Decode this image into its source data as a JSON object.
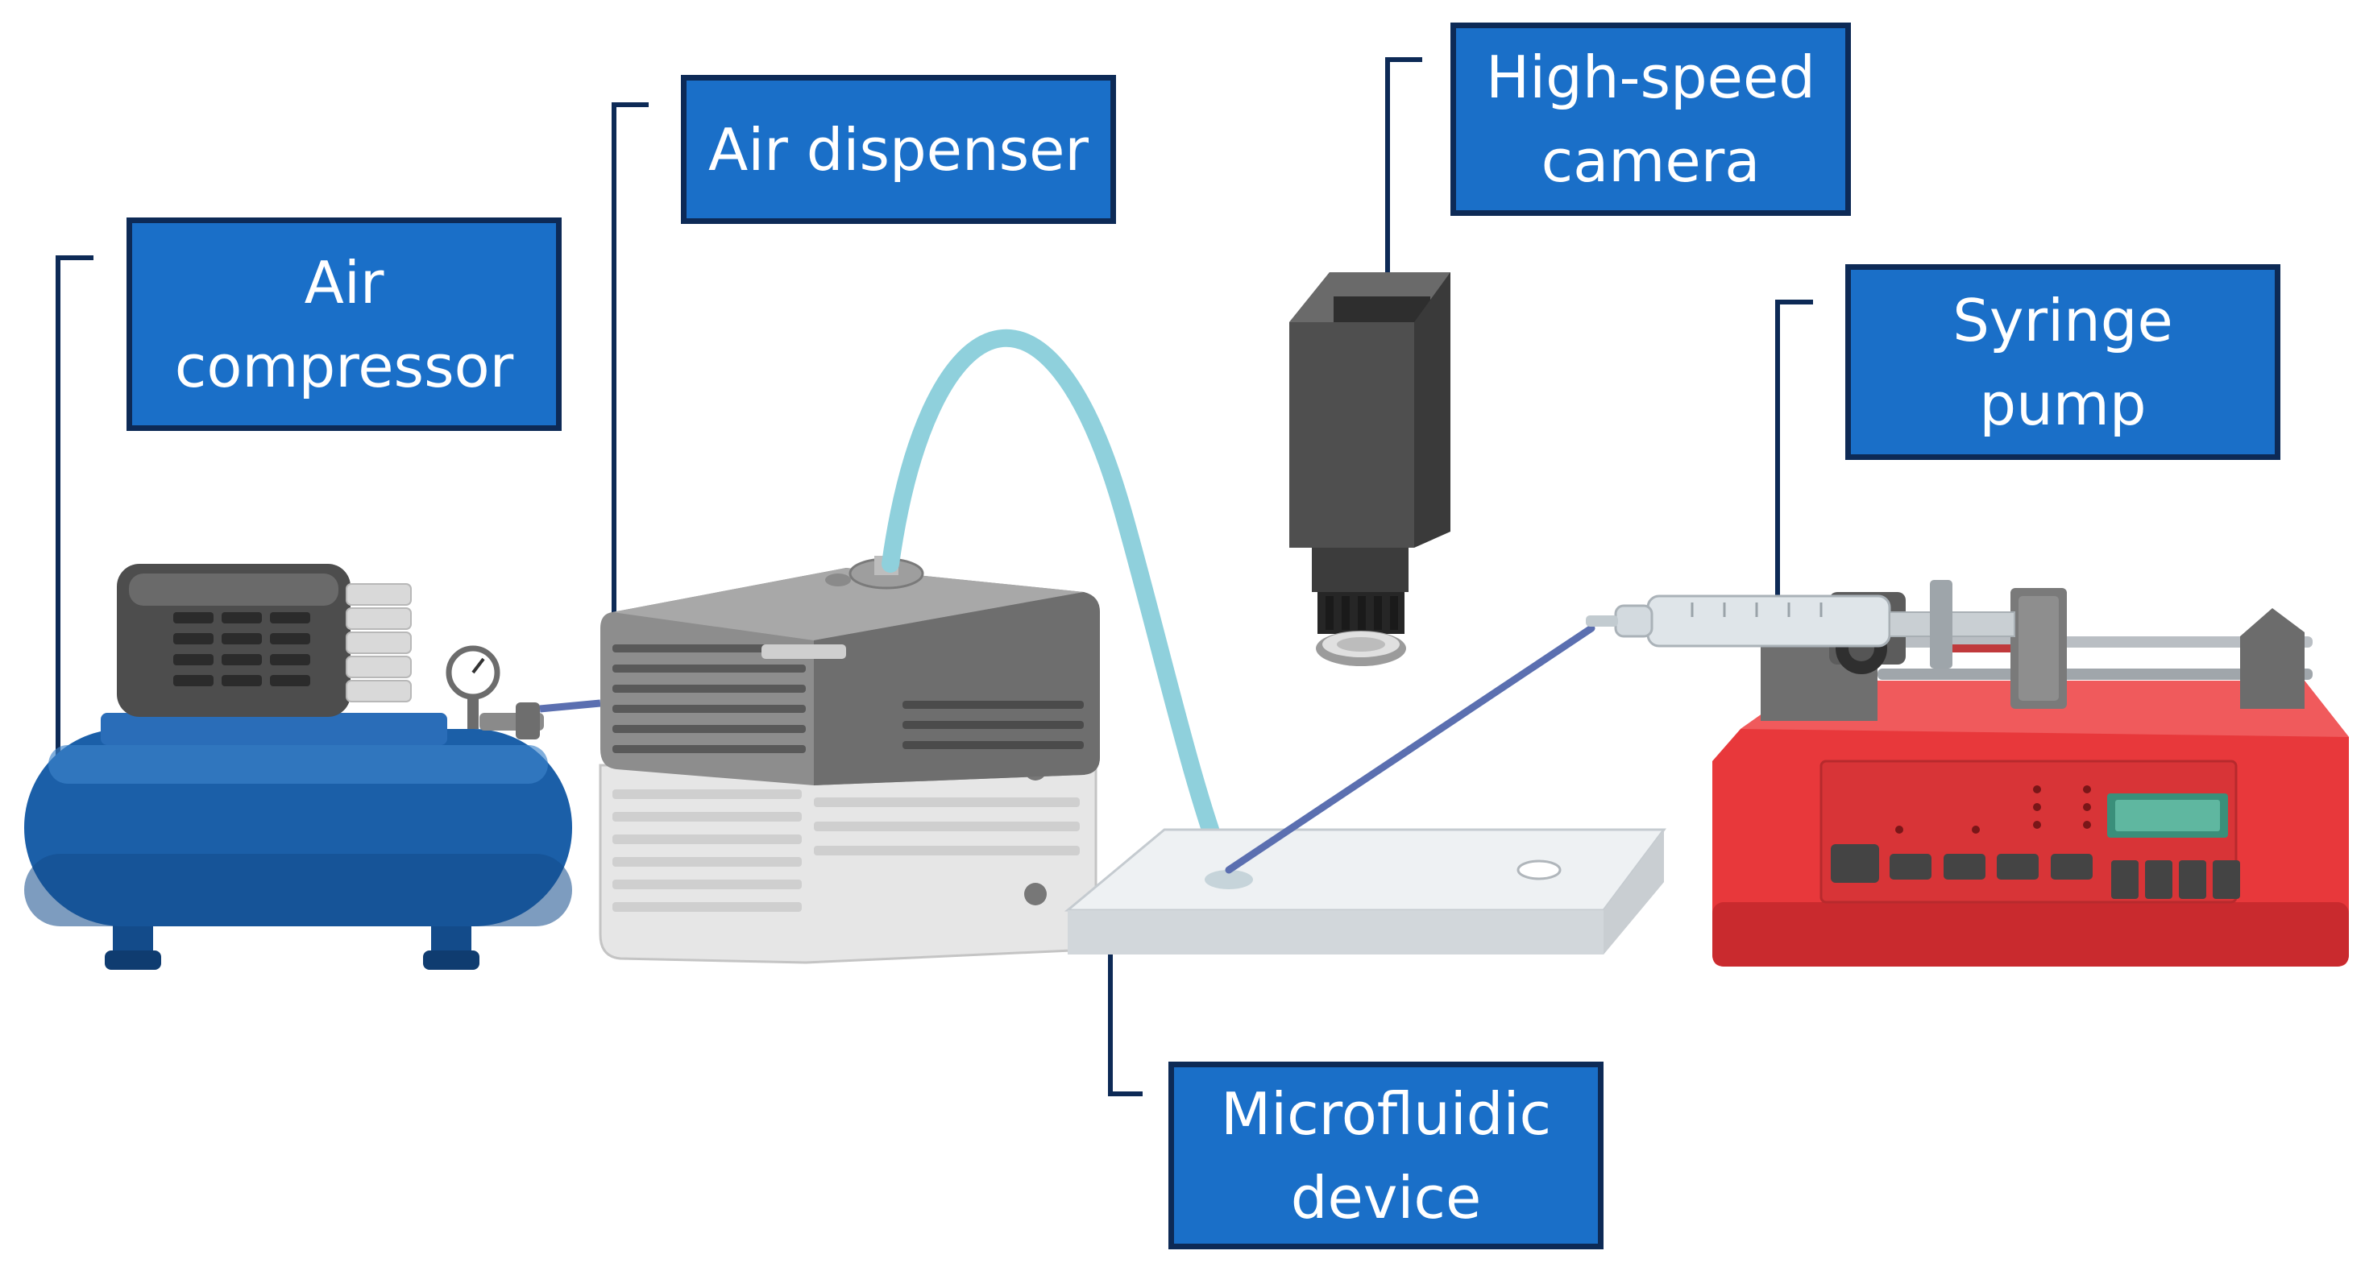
{
  "colors": {
    "label_fill": "#1a6fc8",
    "label_border": "#0d2a56",
    "leader_line": "#0d2a56",
    "tank_blue": "#1b5fa8",
    "tubing_light_blue": "#8fd0dc",
    "tubing_dark_blue": "#5b6fb0",
    "syringe_pump_red": "#e8383b",
    "camera_gray": "#4a4a4a"
  },
  "labels": {
    "air_compressor": {
      "line1": "Air",
      "line2": "compressor"
    },
    "air_dispenser": {
      "line1": "Air dispenser"
    },
    "high_speed_camera": {
      "line1": "High-speed",
      "line2": "camera"
    },
    "syringe_pump": {
      "line1": "Syringe",
      "line2": "pump"
    },
    "microfluidic_device": {
      "line1": "Microfluidic",
      "line2": "device"
    }
  },
  "icons": {
    "air_compressor": "air-compressor-icon",
    "air_dispenser": "air-dispenser-icon",
    "high_speed_camera": "camera-icon",
    "syringe_pump": "syringe-pump-icon",
    "microfluidic_device": "microfluidic-chip-icon"
  }
}
